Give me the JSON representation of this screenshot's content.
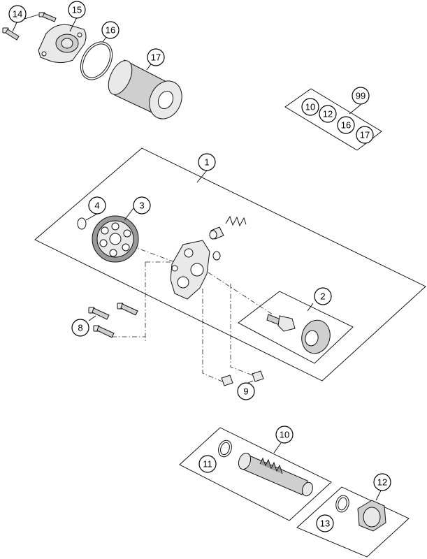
{
  "callouts": {
    "c1": "1",
    "c2": "2",
    "c3": "3",
    "c4": "4",
    "c8": "8",
    "c9": "9",
    "c10a": "10",
    "c10b": "10",
    "c11": "11",
    "c12a": "12",
    "c12b": "12",
    "c13": "13",
    "c14": "14",
    "c15": "15",
    "c16a": "16",
    "c16b": "16",
    "c17a": "17",
    "c17b": "17",
    "c99": "99"
  },
  "colors": {
    "line": "#000000",
    "part_light": "#e9e9e9",
    "part_mid": "#cfcfcf",
    "part_dark": "#9a9a9a"
  }
}
